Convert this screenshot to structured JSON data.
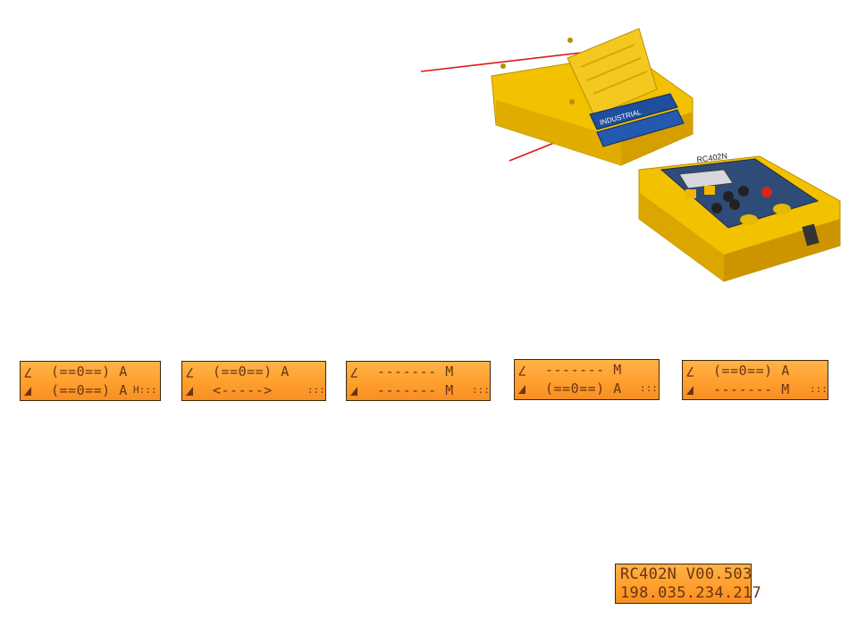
{
  "colors": {
    "lcd_background": "#ff9f2e",
    "lcd_text": "#6b3410",
    "arrow": "#e01818",
    "device_yellow": "#f5c400",
    "battery_blue": "#1f4e9c"
  },
  "device": {
    "battery_label": "INDUSTRIAL",
    "model_label": "RC402N"
  },
  "displays": [
    {
      "line1": "(==0==) A",
      "line2": "(==0==) A",
      "extra": "H:::"
    },
    {
      "line1": "(==0==) A",
      "line2": "<----->",
      "extra": ":::"
    },
    {
      "line1": "------- M",
      "line2": "------- M",
      "extra": ":::"
    },
    {
      "line1": "------- M",
      "line2": "(==0==) A",
      "extra": ":::"
    },
    {
      "line1": "(==0==) A",
      "line2": "------- M",
      "extra": ":::"
    }
  ],
  "version_display": {
    "line1": "RC402N V00.503",
    "line2": "198.035.234.217"
  }
}
